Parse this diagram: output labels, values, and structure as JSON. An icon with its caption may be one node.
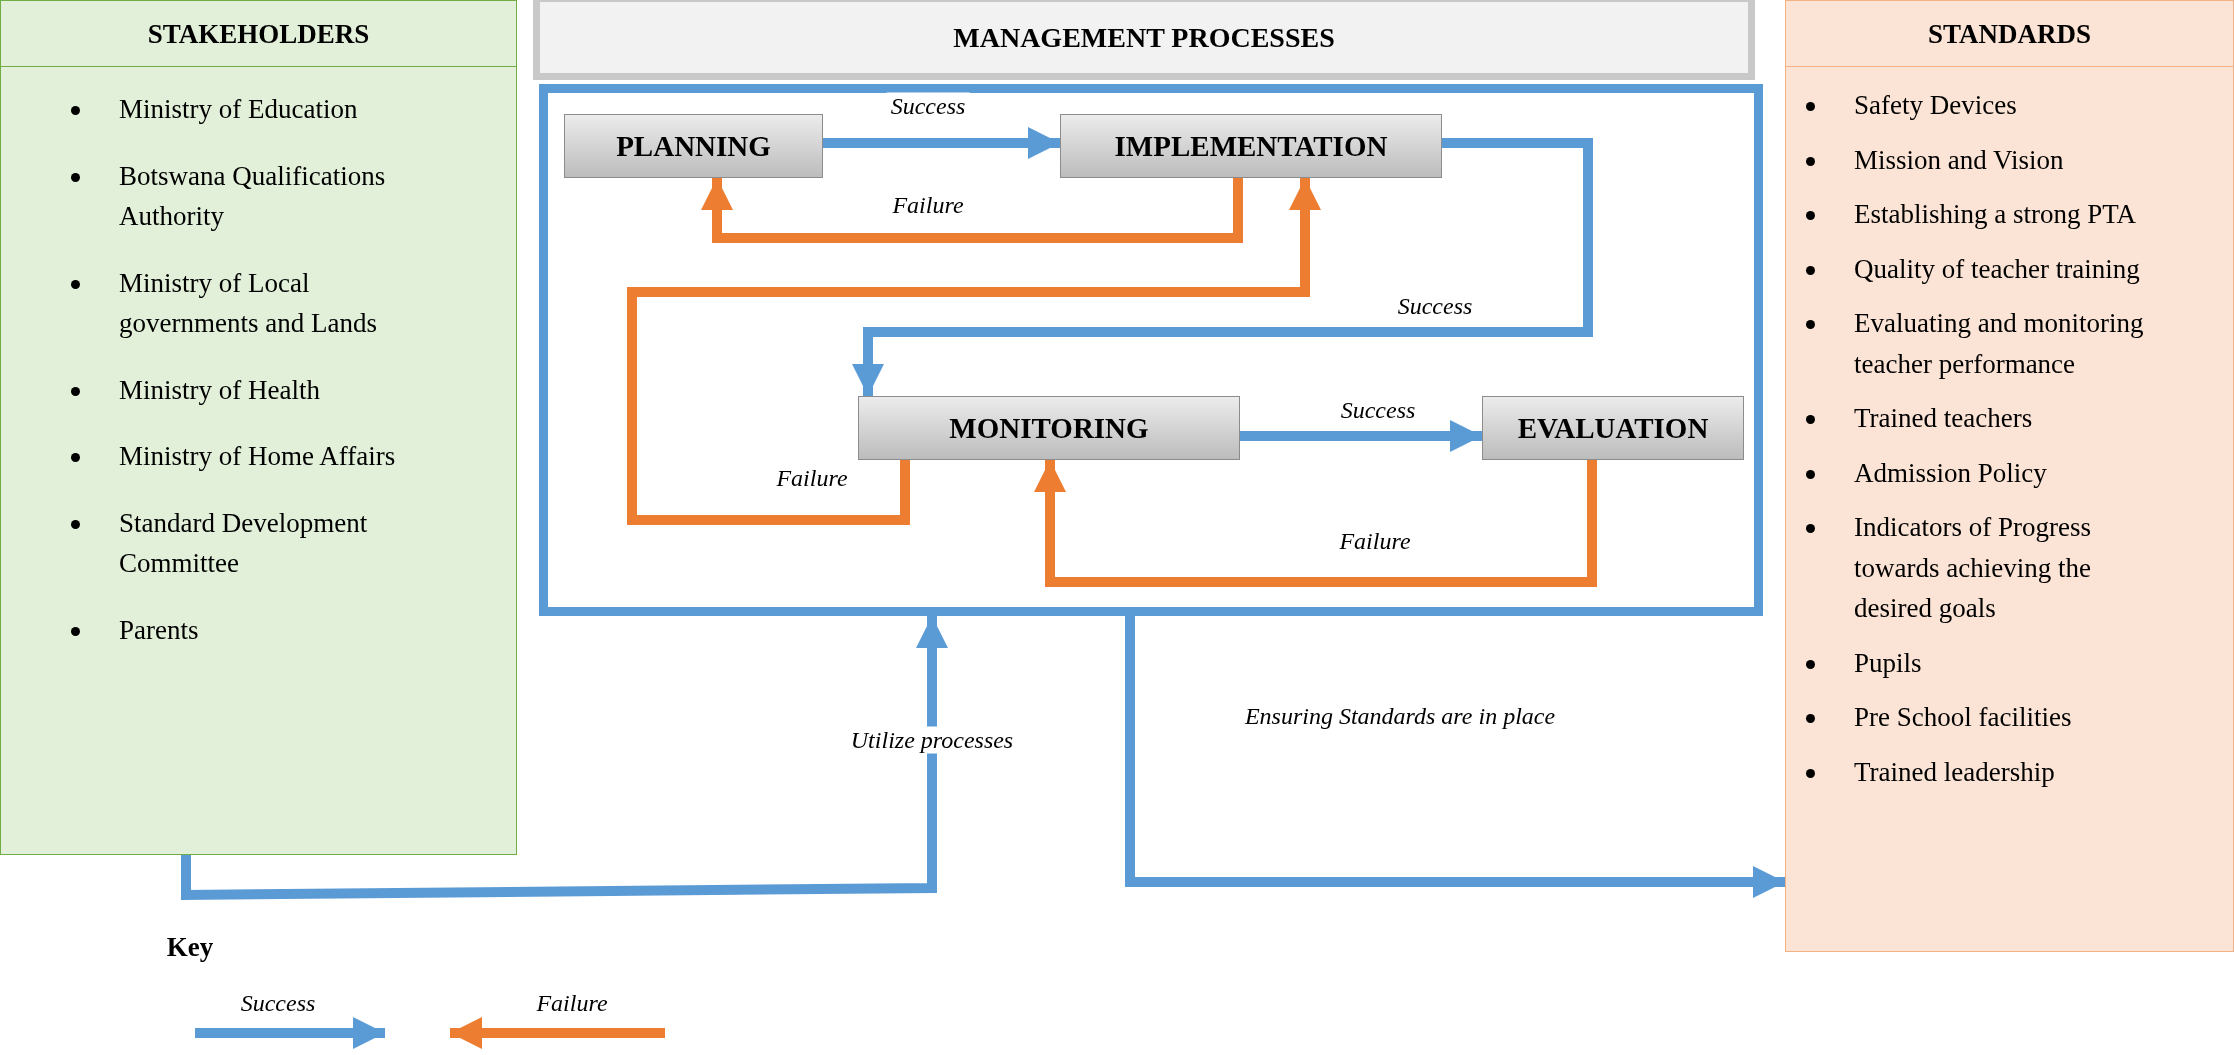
{
  "diagram": {
    "nodes": [
      {
        "text": [
          "STAKEHOLDERS",
          "Ministry of Education",
          "Botswana Qualifications Authority",
          "Ministry of Local governments and Lands",
          "Ministry of Health",
          "Ministry of Home Affairs",
          "Standard Development Committee",
          "Parents"
        ]
      },
      {
        "text": [
          "MANAGEMENT PROCESSES"
        ]
      },
      {
        "text": [
          "PLANNING"
        ],
        "in": 1
      },
      {
        "text": [
          "IMPLEMENTATION"
        ],
        "in": 1
      },
      {
        "text": [
          "MONITORING"
        ],
        "in": 1
      },
      {
        "text": [
          "EVALUATION"
        ],
        "in": 1
      },
      {
        "text": [
          "STANDARDS",
          "Safety Devices",
          "Mission and Vision",
          "Establishing a strong PTA",
          "Quality of teacher training",
          "Evaluating and monitoring teacher performance",
          "Trained teachers",
          "Admission Policy",
          "Indicators of Progress towards achieving the desired goals",
          "Pupils",
          "Pre School facilities",
          "Trained leadership"
        ]
      }
    ],
    "edges": [
      {
        "from": 2,
        "to": 3,
        "arrow": "to",
        "label": "Success"
      },
      {
        "from": 3,
        "to": 2,
        "arrow": "to",
        "label": "Failure",
        "color": "#ed7d31"
      },
      {
        "from": 3,
        "to": 4,
        "arrow": "to",
        "label": "Success"
      },
      {
        "from": 4,
        "to": 3,
        "arrow": "to",
        "label": "Failure",
        "color": "#ed7d31"
      },
      {
        "from": 4,
        "to": 5,
        "arrow": "to",
        "label": "Success"
      },
      {
        "from": 5,
        "to": 4,
        "arrow": "to",
        "label": "Failure",
        "color": "#ed7d31"
      },
      {
        "from": 0,
        "to": 1,
        "arrow": "to",
        "label": "Utilize processes"
      },
      {
        "from": 1,
        "to": 6,
        "arrow": "to",
        "label": "Ensuring Standards are in place"
      }
    ],
    "labels": [
      "Key"
    ],
    "legend": [
      {
        "text": "Success"
      },
      {
        "text": "Failure"
      }
    ]
  }
}
